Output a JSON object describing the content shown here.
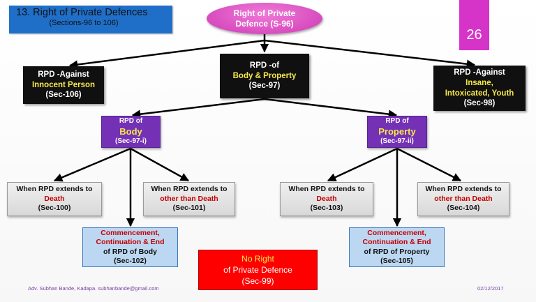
{
  "slide": {
    "title": "13. Right of Private Defences",
    "subtitle": "(Sections-96 to 106)",
    "page_number": "26"
  },
  "root": {
    "line1": "Right of Private",
    "line2": "Defence (S-96)"
  },
  "left_top": {
    "line1": "RPD -Against",
    "line2": "Innocent Person",
    "line3": "(Sec-106)"
  },
  "center_top": {
    "line1": "RPD -of",
    "line2": "Body & Property",
    "line3": "(Sec-97)"
  },
  "right_top": {
    "line1": "RPD -Against",
    "line2": "Insane,",
    "line3": "Intoxicated, Youth",
    "line4": "(Sec-98)"
  },
  "body_node": {
    "line1": "RPD of",
    "line2": "Body",
    "line3": "(Sec-97-i)"
  },
  "property_node": {
    "line1": "RPD of",
    "line2": "Property",
    "line3": "(Sec-97-ii)"
  },
  "leaf_100": {
    "line1": "When RPD extends to",
    "line2": "Death",
    "line3": "(Sec-100)"
  },
  "leaf_101": {
    "line1": "When RPD extends to",
    "line2": "other than Death",
    "line3": "(Sec-101)"
  },
  "leaf_103": {
    "line1": "When RPD extends to",
    "line2": "Death",
    "line3": "(Sec-103)"
  },
  "leaf_104": {
    "line1": "When RPD extends to",
    "line2": "other than Death",
    "line3": "(Sec-104)"
  },
  "leaf_102": {
    "line1": "Commencement,",
    "line2": "Continuation & End",
    "line3": "of RPD of Body",
    "line4": "(Sec-102)"
  },
  "leaf_105": {
    "line1": "Commencement,",
    "line2": "Continuation & End",
    "line3": "of RPD of Property",
    "line4": "(Sec-105)"
  },
  "no_right": {
    "line1": "No Right",
    "line2": "of Private Defence",
    "line3": "(Sec-99)"
  },
  "footer": {
    "author": "Adv. Subhan Bande, Kadapa. subhanbande@gmail.com",
    "date": "02/12/2017"
  },
  "colors": {
    "title_bg": "#1f6fc9",
    "accent_pink": "#d633c8",
    "purple": "#7431b6",
    "red": "#ff0000"
  }
}
